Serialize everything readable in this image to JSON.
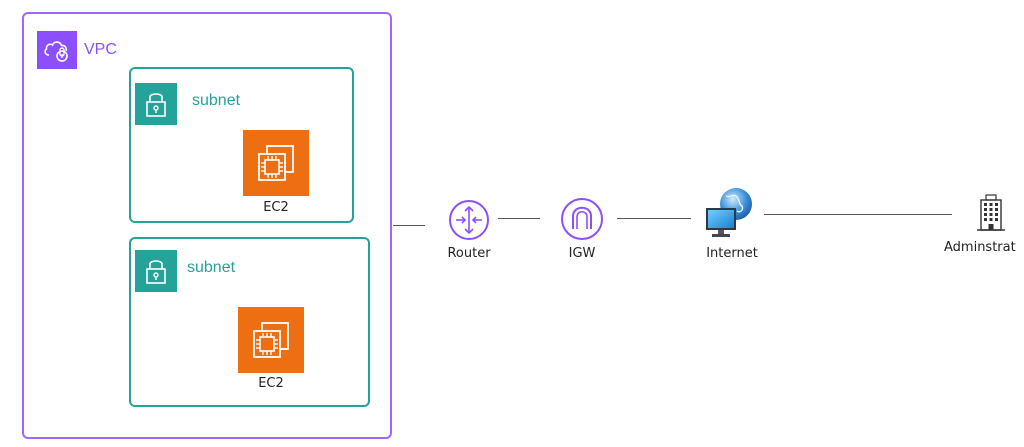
{
  "vpc": {
    "label": "VPC",
    "icon": "vpc-cloud-lock-icon",
    "color": "#8c4fff"
  },
  "subnets": [
    {
      "label": "subnet",
      "icon": "subnet-lock-icon",
      "color": "#24a39a"
    },
    {
      "label": "subnet",
      "icon": "subnet-lock-icon",
      "color": "#24a39a"
    }
  ],
  "instances": [
    {
      "label": "EC2",
      "icon": "ec2-chip-icon",
      "color": "#ee6e12"
    },
    {
      "label": "EC2",
      "icon": "ec2-chip-icon",
      "color": "#ee6e12"
    }
  ],
  "network": {
    "router": {
      "label": "Router",
      "icon": "router-icon",
      "color": "#8c4fff"
    },
    "igw": {
      "label": "IGW",
      "icon": "internet-gateway-icon",
      "color": "#8c4fff"
    },
    "internet": {
      "label": "Internet",
      "icon": "globe-monitor-icon"
    },
    "admin": {
      "label": "Adminstrat",
      "icon": "office-building-icon"
    }
  }
}
